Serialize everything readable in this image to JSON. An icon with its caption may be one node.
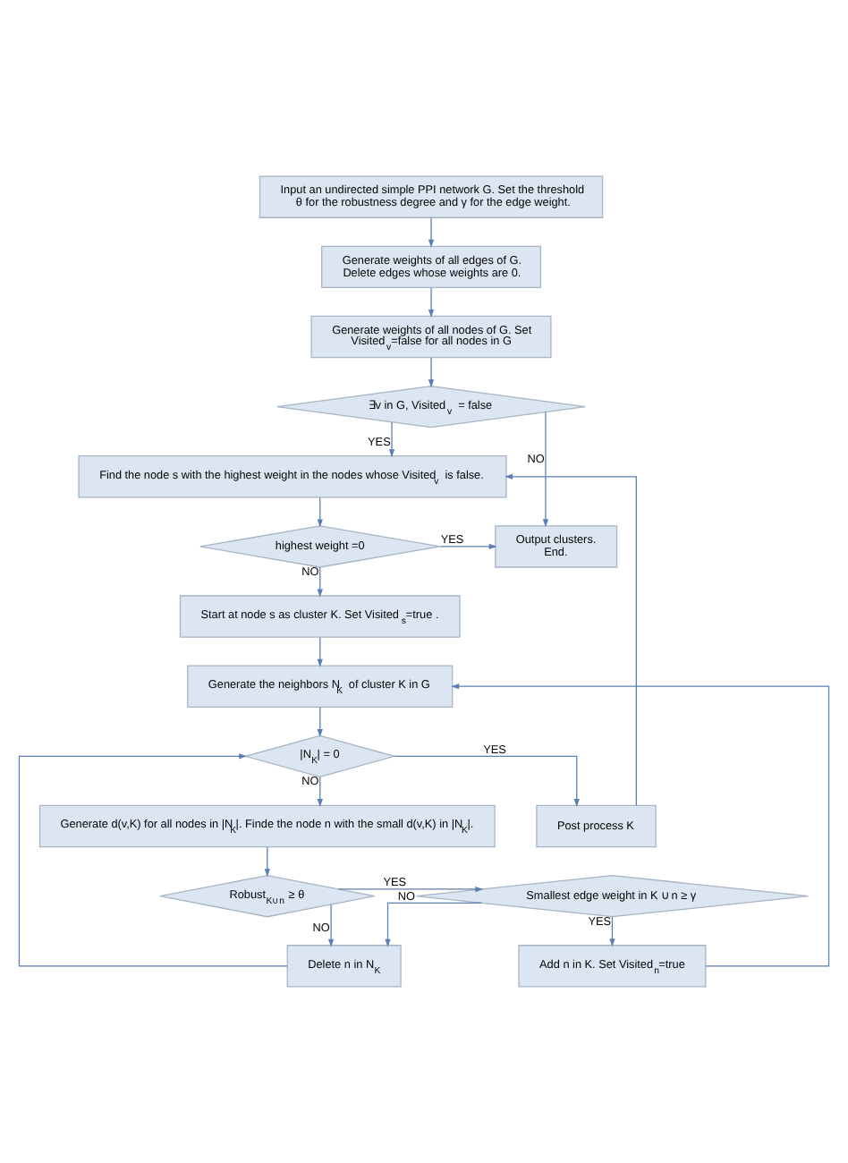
{
  "diagram": {
    "nodes": [
      {
        "text": [
          "Input an undirected simple PPI network G. Set the threshold θ for the robustness degree and γ for the edge weight."
        ]
      },
      {
        "text": [
          "Generate weights of all edges of G. Delete edges whose weights are 0."
        ]
      },
      {
        "text": [
          "Generate weights of all nodes of G. Set Visited$_{v}$=false for all nodes in G"
        ]
      },
      {
        "text": [
          "∃v in G, Visited$_{v}$ = false"
        ]
      },
      {
        "text": [
          "Find the node s with the highest weight in the nodes whose Visited$_{v}$ is false."
        ]
      },
      {
        "text": [
          "Output clusters. End."
        ]
      },
      {
        "text": [
          "highest weight =0"
        ]
      },
      {
        "text": [
          "Start at node s as cluster K. Set Visited$_{s}$=true ."
        ]
      },
      {
        "text": [
          "Generate the neighbors N$_{K}$ of cluster K in G"
        ]
      },
      {
        "text": [
          "|N$_{K}$| = 0"
        ]
      },
      {
        "text": [
          "Generate d(v,K) for all nodes in |N$_{K}$|. Finde the node n with the small d(v,K) in |N$_{K}$|."
        ]
      },
      {
        "text": [
          "Robust$_{K∪n}$ ≥ θ"
        ]
      },
      {
        "text": [
          "Smallest edge weight in K ∪ n ≥ γ"
        ]
      },
      {
        "text": [
          "Add n in K. Set Visited$_{n}$=true"
        ]
      },
      {
        "text": [
          "Delete n in N$_{K}$"
        ]
      },
      {
        "text": [
          "Post process K"
        ]
      }
    ],
    "edges": [
      {
        "from": 0,
        "to": 1,
        "arrow": "to"
      },
      {
        "from": 1,
        "to": 2,
        "arrow": "to"
      },
      {
        "from": 2,
        "to": 3,
        "arrow": "to"
      },
      {
        "from": 3,
        "to": 5,
        "arrow": "to",
        "label": "NO"
      },
      {
        "from": 3,
        "to": 4,
        "arrow": "to",
        "label": "YES"
      },
      {
        "from": 4,
        "to": 6,
        "arrow": "to"
      },
      {
        "from": 6,
        "to": 5,
        "arrow": "to",
        "label": "YES"
      },
      {
        "from": 6,
        "to": 7,
        "arrow": "to",
        "label": "NO"
      },
      {
        "from": 7,
        "to": 8,
        "arrow": "to"
      },
      {
        "from": 8,
        "to": 9,
        "arrow": "to"
      },
      {
        "from": 9,
        "to": 15,
        "arrow": "to",
        "label": "YES"
      },
      {
        "from": 9,
        "to": 10,
        "arrow": "to",
        "label": "NO"
      },
      {
        "from": 10,
        "to": 11,
        "arrow": "to"
      },
      {
        "from": 11,
        "to": 12,
        "arrow": "to",
        "label": "YES"
      },
      {
        "from": 11,
        "to": 14,
        "arrow": "to",
        "label": "NO"
      },
      {
        "from": 12,
        "to": 13,
        "arrow": "to",
        "label": "YES"
      },
      {
        "from": 12,
        "to": 14,
        "arrow": "to",
        "label": "NO"
      },
      {
        "from": 13,
        "to": 8,
        "arrow": "to"
      },
      {
        "from": 14,
        "to": 9,
        "arrow": "to"
      },
      {
        "from": 15,
        "to": 4,
        "arrow": "to"
      }
    ]
  }
}
